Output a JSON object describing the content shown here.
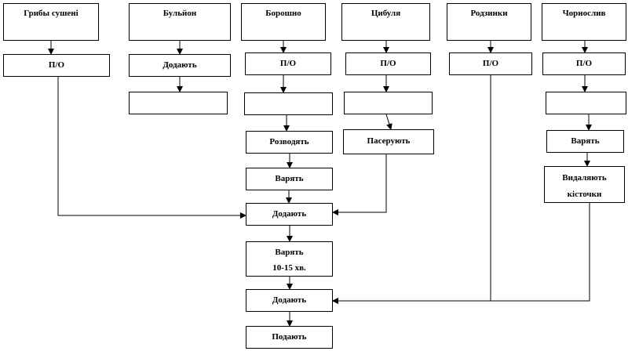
{
  "diagram": {
    "nodes": {
      "mushrooms": {
        "label": "Грибы сушені"
      },
      "broth": {
        "label": "Бульйон"
      },
      "flour": {
        "label": "Борошно"
      },
      "onion": {
        "label": "Цибуля"
      },
      "raisins": {
        "label": "Родзинки"
      },
      "prunes": {
        "label": "Чорнослив"
      },
      "po1": {
        "label": "П/О"
      },
      "add_broth": {
        "label": "Додають"
      },
      "po_flour": {
        "label": "П/О"
      },
      "po_onion": {
        "label": "П/О"
      },
      "po_raisins": {
        "label": "П/О"
      },
      "po_prunes": {
        "label": "П/О"
      },
      "blank_broth": {
        "label": ""
      },
      "blank_flour": {
        "label": ""
      },
      "blank_onion": {
        "label": ""
      },
      "blank_prunes": {
        "label": ""
      },
      "dilute": {
        "label": "Розводять"
      },
      "saute": {
        "label": "Пасерують"
      },
      "boil_prunes": {
        "label": "Варять"
      },
      "boil1": {
        "label": "Варять"
      },
      "remove_pits": {
        "line1": "Видаляють",
        "line2": "кісточки"
      },
      "add1": {
        "label": "Додають"
      },
      "boil2": {
        "line1": "Варять",
        "line2": "10-15  хв."
      },
      "add2": {
        "label": "Додають"
      },
      "serve": {
        "label": "Подають"
      }
    },
    "edges": [
      {
        "from": "mushrooms",
        "to": "po1"
      },
      {
        "from": "broth",
        "to": "add_broth"
      },
      {
        "from": "add_broth",
        "to": "blank_broth"
      },
      {
        "from": "flour",
        "to": "po_flour"
      },
      {
        "from": "po_flour",
        "to": "blank_flour"
      },
      {
        "from": "blank_flour",
        "to": "dilute"
      },
      {
        "from": "dilute",
        "to": "boil1"
      },
      {
        "from": "boil1",
        "to": "add1"
      },
      {
        "from": "add1",
        "to": "boil2"
      },
      {
        "from": "boil2",
        "to": "add2"
      },
      {
        "from": "add2",
        "to": "serve"
      },
      {
        "from": "onion",
        "to": "po_onion"
      },
      {
        "from": "po_onion",
        "to": "blank_onion"
      },
      {
        "from": "blank_onion",
        "to": "saute"
      },
      {
        "from": "saute",
        "to": "add1"
      },
      {
        "from": "po1",
        "to": "add1"
      },
      {
        "from": "raisins",
        "to": "po_raisins"
      },
      {
        "from": "po_raisins",
        "to": "add2"
      },
      {
        "from": "prunes",
        "to": "po_prunes"
      },
      {
        "from": "po_prunes",
        "to": "blank_prunes"
      },
      {
        "from": "blank_prunes",
        "to": "boil_prunes"
      },
      {
        "from": "boil_prunes",
        "to": "remove_pits"
      },
      {
        "from": "remove_pits",
        "to": "add2"
      }
    ]
  }
}
